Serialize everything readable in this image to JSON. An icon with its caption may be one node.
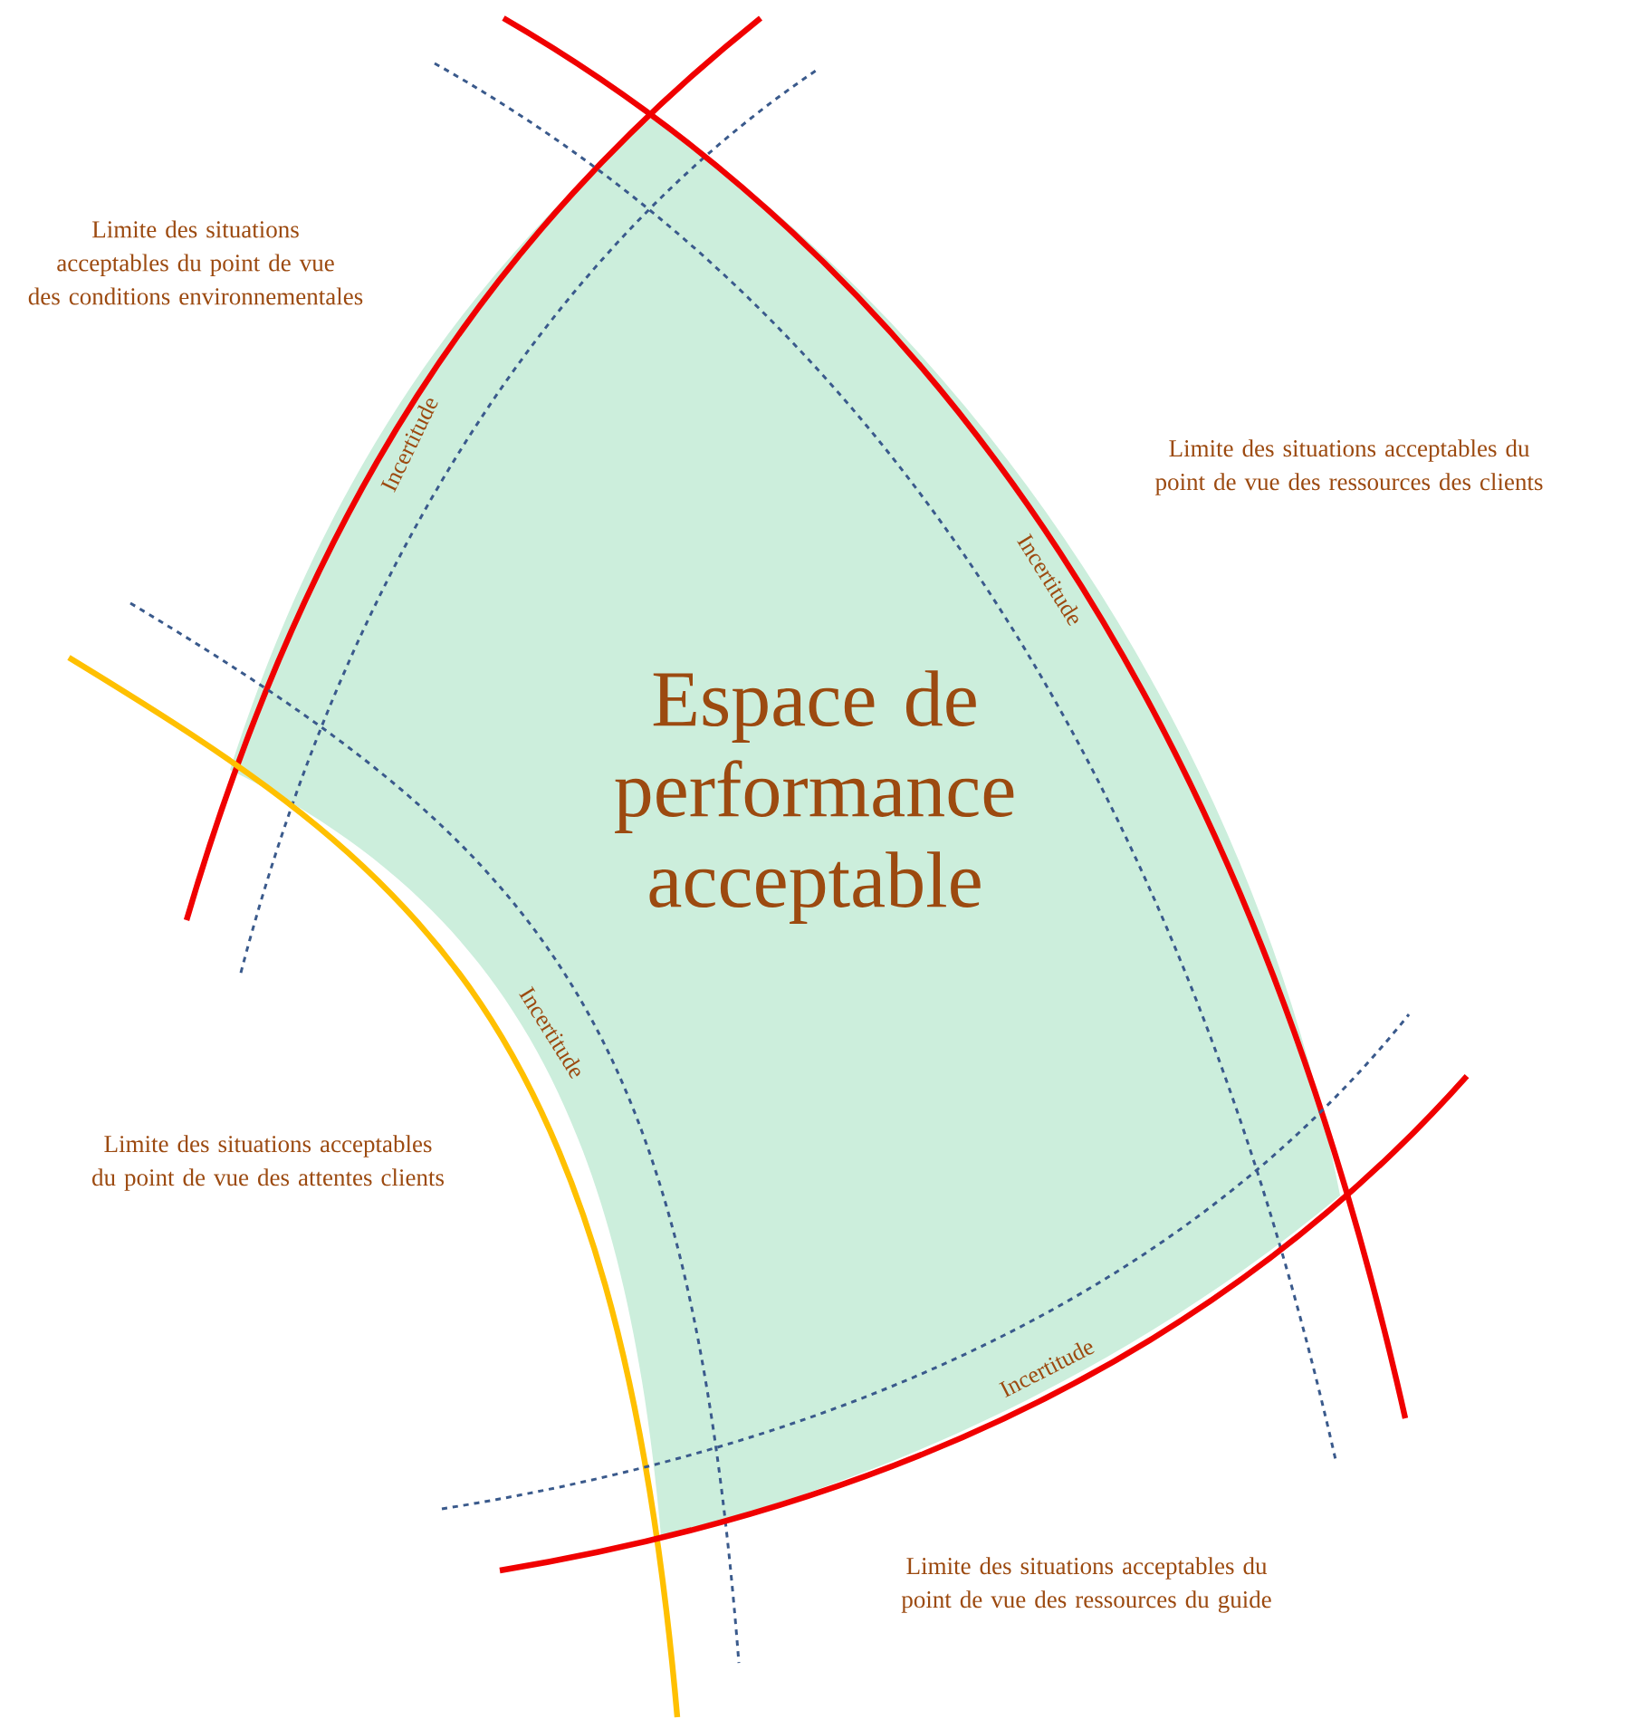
{
  "diagram": {
    "nodes": [
      {
        "text": [
          "Espace de performance acceptable"
        ]
      }
    ],
    "labels": [
      "Limite des situations acceptables du point de vue des conditions environnementales",
      "Limite des situations acceptables du point de vue des ressources des clients",
      "Incertitude",
      "Incertitude",
      "Incertitude",
      "Limite des situations acceptables du point de vue des attentes clients",
      "Incertitude",
      "Limite des situations acceptables du point de vue des ressources du guide"
    ]
  }
}
